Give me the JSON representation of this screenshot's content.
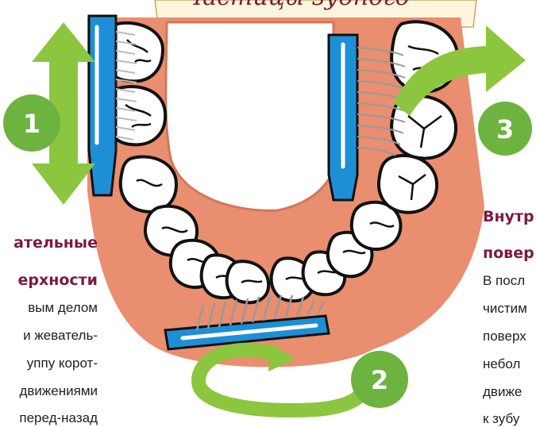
{
  "banner": {
    "text": "Частицы зубного"
  },
  "steps": [
    {
      "number": "1"
    },
    {
      "number": "2"
    },
    {
      "number": "3"
    }
  ],
  "left_text": {
    "heading": [
      "ательные",
      "ерхности"
    ],
    "lines": [
      "вым делом",
      "и жеватель-",
      "уппу корот-",
      "движениями",
      "перед-назад"
    ]
  },
  "right_text": {
    "heading": [
      "Внутр",
      "повер"
    ],
    "lines": [
      "В посл",
      "чистим",
      "поверх",
      "небол",
      "движе",
      "к зубу"
    ]
  },
  "colors": {
    "gum": "#e98e6f",
    "gum_dark": "#d2775b",
    "tooth": "#ffffff",
    "arrow_green": "#8cc63f",
    "badge_green": "#6db33f",
    "brush_blue": "#1d8fd6",
    "heading": "#7b1b3c"
  }
}
